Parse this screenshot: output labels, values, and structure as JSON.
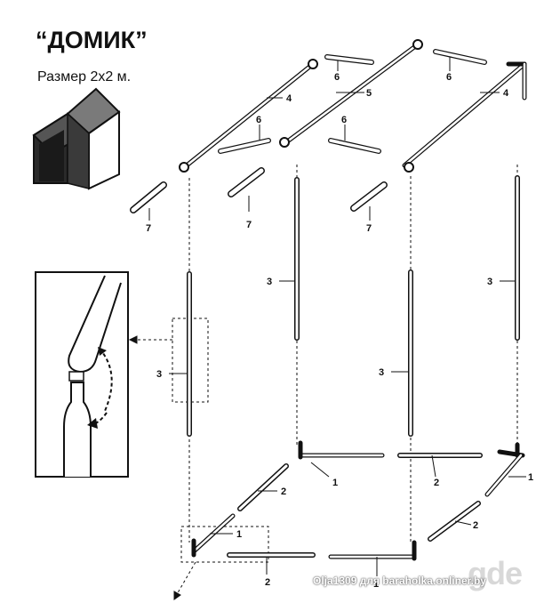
{
  "header": {
    "title": "“ДОМИК”",
    "subtitle": "Размер 2х2 м."
  },
  "parts": {
    "p1": "1",
    "p2": "2",
    "p3": "3",
    "p4": "4",
    "p5": "5",
    "p6": "6",
    "p7": "7"
  },
  "watermark": {
    "text": "Olja1309 для baraholka.onliner.by",
    "logo": "gde"
  },
  "colors": {
    "ink": "#111111",
    "house_front": "#2a2a2a",
    "house_roof": "#7a7a7a"
  }
}
